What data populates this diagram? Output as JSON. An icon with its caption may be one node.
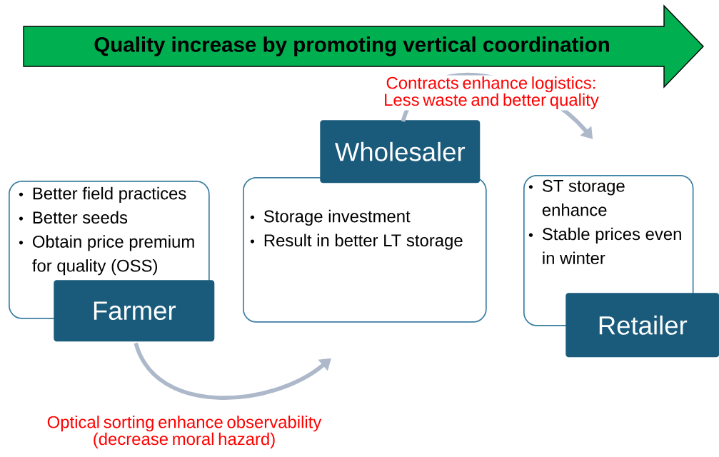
{
  "diagram": {
    "nodes": [
      {
        "text": [
          "Quality increase by promoting vertical coordination"
        ]
      },
      {
        "text": [
          "Better field practices",
          "Better seeds",
          "Obtain price premium for quality (OSS)"
        ]
      },
      {
        "text": [
          "Farmer"
        ]
      },
      {
        "text": [
          "Storage investment",
          "Result in better LT storage"
        ]
      },
      {
        "text": [
          "Wholesaler"
        ]
      },
      {
        "text": [
          "ST storage enhance",
          "Stable prices even in winter"
        ]
      },
      {
        "text": [
          "Retailer"
        ]
      }
    ],
    "edges": [
      {
        "from": 2,
        "to": 3,
        "arrow": "to",
        "label": "Optical sorting enhance observability (decrease moral hazard)"
      },
      {
        "from": 4,
        "to": 5,
        "arrow": "to",
        "label": "Contracts enhance logistics: Less waste and better quality"
      }
    ]
  }
}
